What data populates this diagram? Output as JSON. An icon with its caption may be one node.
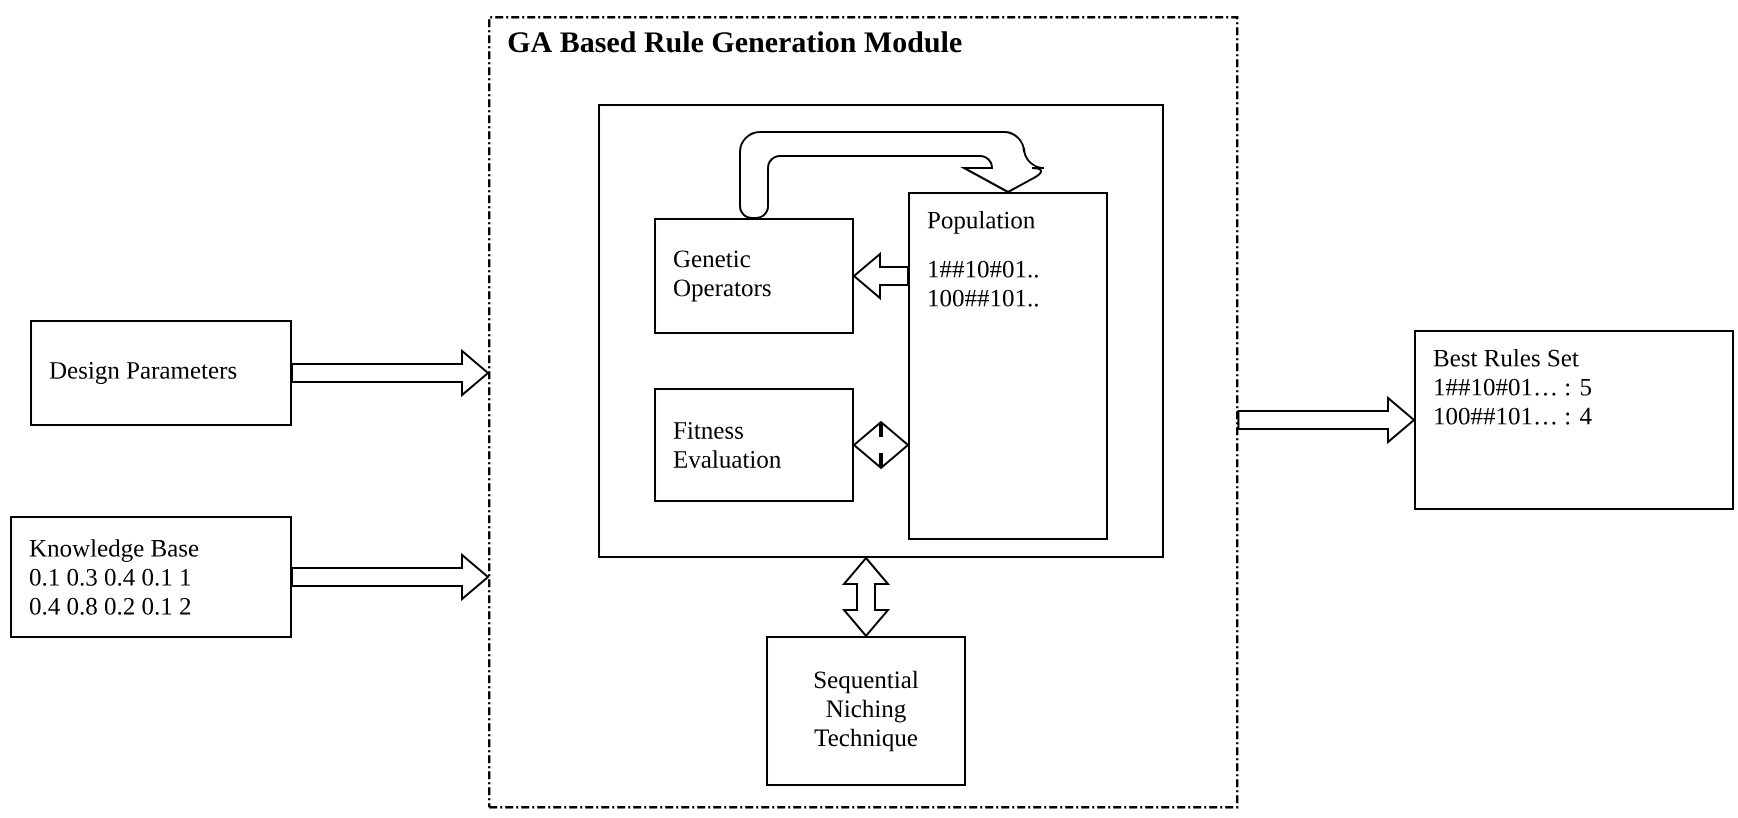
{
  "diagram": {
    "nodes": [
      {
        "text": [
          "Design Parameters"
        ]
      },
      {
        "text": [
          "Knowledge Base",
          "0.1 0.3 0.4 0.1 1",
          "0.4 0.8 0.2 0.1 2"
        ]
      },
      {
        "text": [
          "GA Based Rule Generation Module"
        ]
      },
      {
        "text": [],
        "shape": "box",
        "in": 2
      },
      {
        "text": [
          "Genetic Operators"
        ],
        "in": 3
      },
      {
        "text": [
          "Fitness Evaluation"
        ],
        "in": 3
      },
      {
        "text": [
          "Population",
          "1##10#01..",
          "100##101.."
        ],
        "in": 3
      },
      {
        "text": [
          "Sequential Niching Technique"
        ],
        "in": 2
      },
      {
        "text": [
          "Best Rules Set",
          "1##10#01… : 5",
          "100##101… : 4"
        ]
      }
    ],
    "edges": [
      {
        "from": 0,
        "to": 2,
        "arrow": "to"
      },
      {
        "from": 1,
        "to": 2,
        "arrow": "to"
      },
      {
        "from": 2,
        "to": 8,
        "arrow": "to"
      },
      {
        "from": 4,
        "to": 6,
        "arrow": "to"
      },
      {
        "from": 6,
        "to": 4,
        "arrow": "to"
      },
      {
        "from": 5,
        "to": 6,
        "arrow": "both"
      },
      {
        "from": 3,
        "to": 7,
        "arrow": "both"
      }
    ]
  }
}
